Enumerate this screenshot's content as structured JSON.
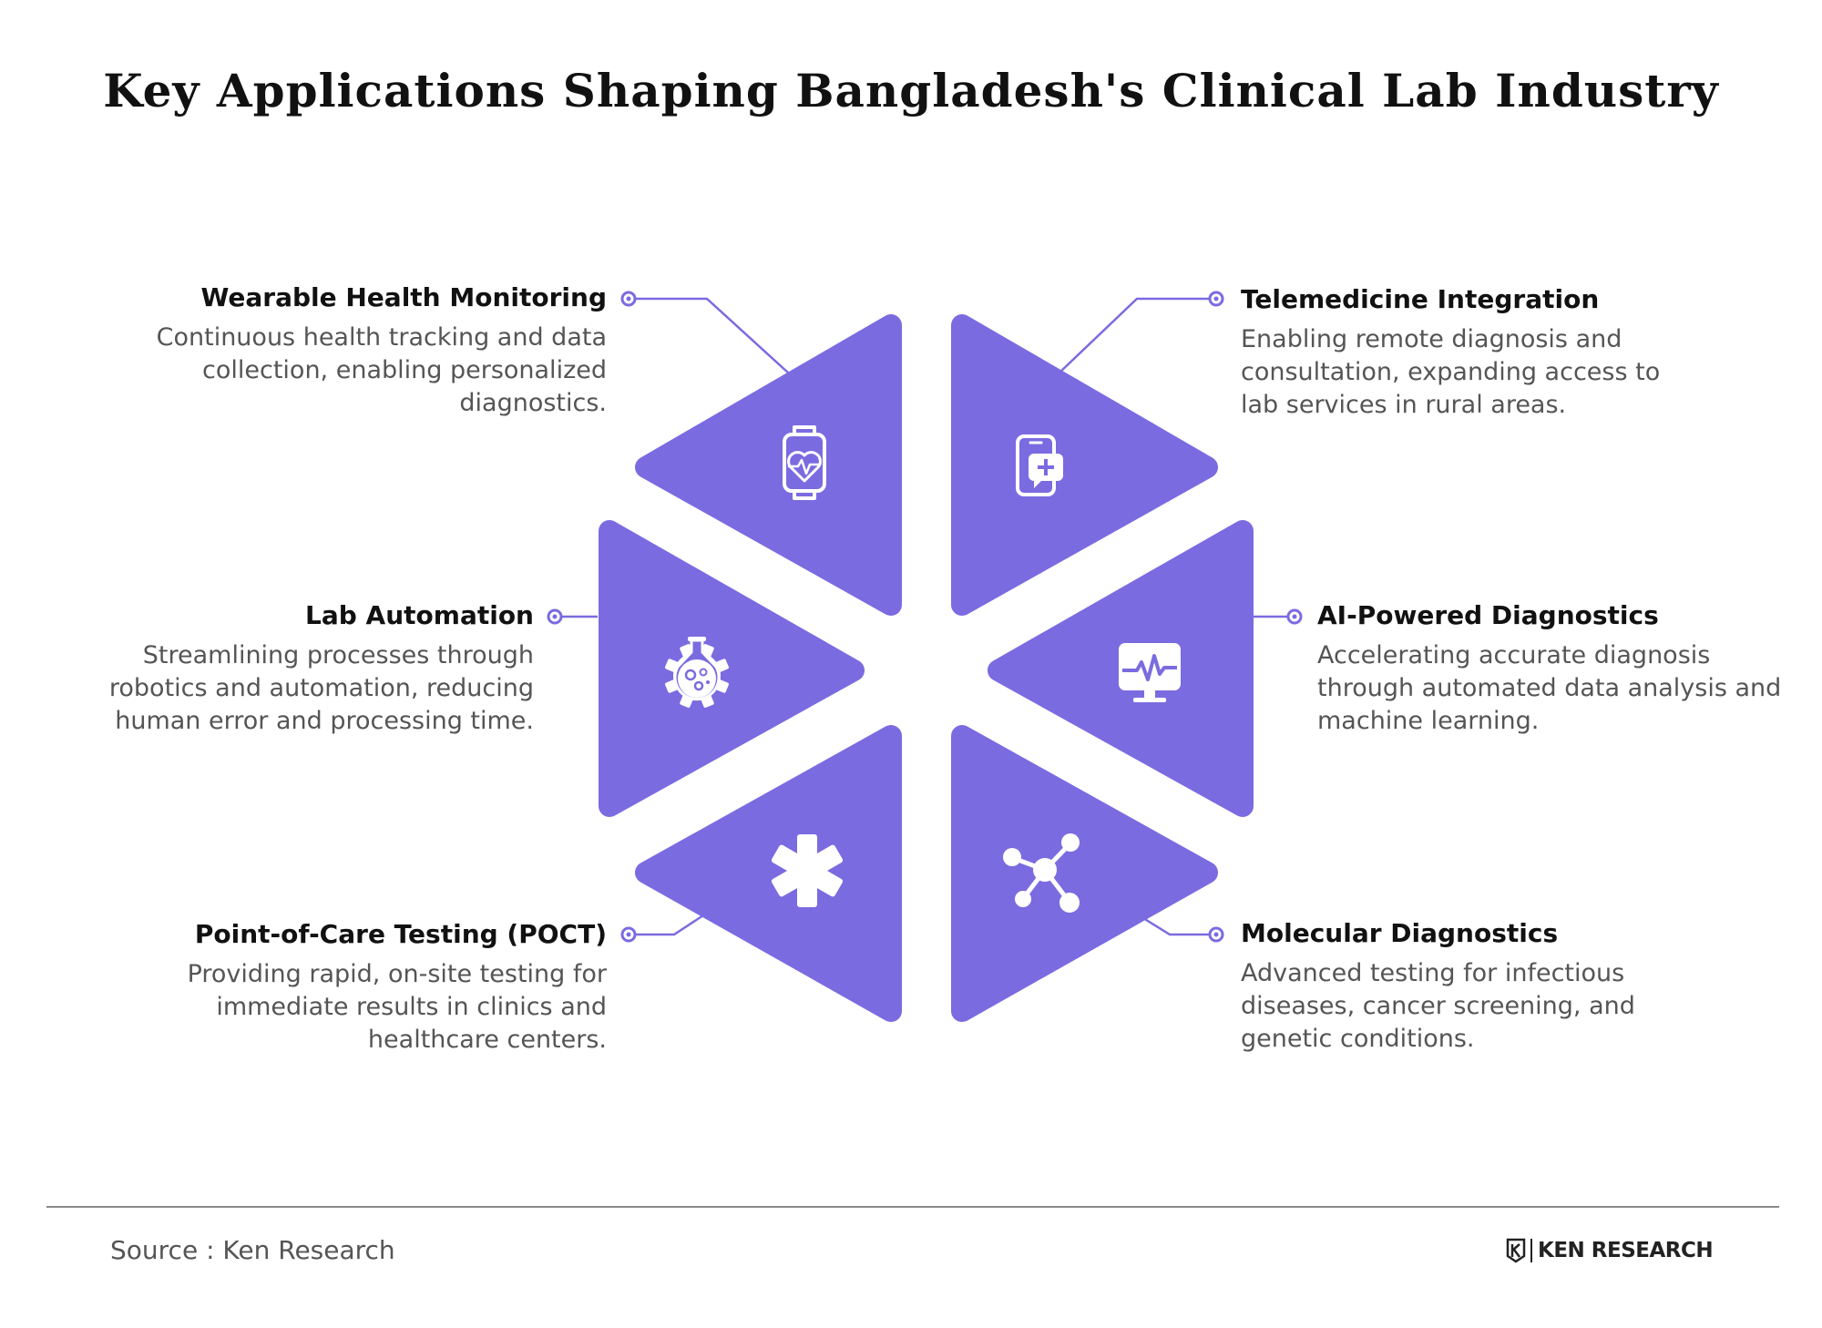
{
  "title": "Key Applications Shaping Bangladesh's Clinical Lab Industry",
  "colors": {
    "accent": "#7b6be0",
    "connector": "#7b6be0",
    "icon": "#ffffff"
  },
  "items": [
    {
      "heading": "Wearable Health Monitoring",
      "desc": "Continuous health tracking and data collection, enabling personalized diagnostics.",
      "icon": "smartwatch-heartbeat-icon"
    },
    {
      "heading": "Telemedicine Integration",
      "desc": "Enabling remote diagnosis and consultation, expanding access to lab services in rural areas.",
      "icon": "phone-medical-cross-icon"
    },
    {
      "heading": "Lab Automation",
      "desc": "Streamlining processes through robotics and automation, reducing human error and processing time.",
      "icon": "flask-gear-icon"
    },
    {
      "heading": "AI-Powered Diagnostics",
      "desc": "Accelerating accurate diagnosis through automated data analysis and machine learning.",
      "icon": "monitor-pulse-icon"
    },
    {
      "heading": "Point-of-Care Testing (POCT)",
      "desc": "Providing rapid, on-site testing for immediate results in clinics and healthcare centers.",
      "icon": "medical-asterisk-icon"
    },
    {
      "heading": "Molecular Diagnostics",
      "desc": "Advanced testing for infectious diseases, cancer screening, and genetic conditions.",
      "icon": "molecule-icon"
    }
  ],
  "footer": {
    "source": "Source : Ken Research",
    "brand": "KEN RESEARCH"
  }
}
